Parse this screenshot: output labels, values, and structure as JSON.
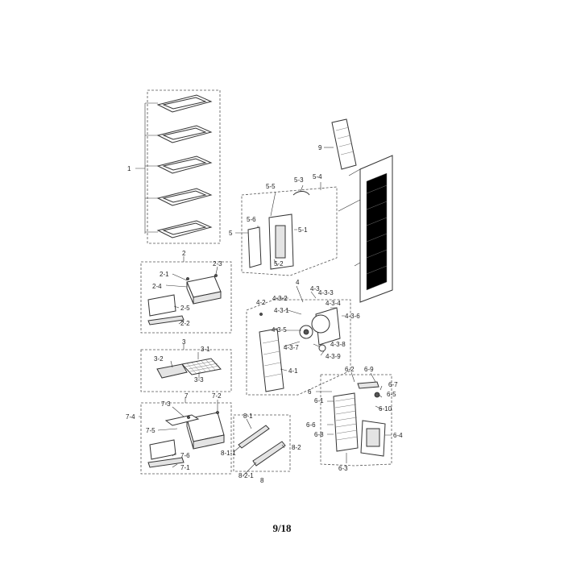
{
  "page_number": "9/18",
  "callouts": {
    "c1": "1",
    "c2": "2",
    "c2_1": "2-1",
    "c2_2": "2-2",
    "c2_3": "2-3",
    "c2_4": "2-4",
    "c2_5": "2-5",
    "c3": "3",
    "c3_1": "3-1",
    "c3_2": "3-2",
    "c3_3": "3-3",
    "c4": "4",
    "c4_1": "4-1",
    "c4_2": "4-2",
    "c4_3": "4-3",
    "c4_3_1": "4-3-1",
    "c4_3_2": "4-3-2",
    "c4_3_3": "4-3-3",
    "c4_3_4": "4-3-4",
    "c4_3_5": "4-3-5",
    "c4_3_6": "4-3-6",
    "c4_3_7": "4-3-7",
    "c4_3_8": "4-3-8",
    "c4_3_9": "4-3-9",
    "c5": "5",
    "c5_1": "5-1",
    "c5_2": "5-2",
    "c5_3": "5-3",
    "c5_4": "5-4",
    "c5_5": "5-5",
    "c5_6": "5-6",
    "c6": "6",
    "c6_1": "6-1",
    "c6_2": "6-2",
    "c6_3": "6-3",
    "c6_4": "6-4",
    "c6_5": "6-5",
    "c6_6": "6-6",
    "c6_7": "6-7",
    "c6_8": "6-8",
    "c6_9": "6-9",
    "c6_10": "6-10",
    "c7": "7",
    "c7_1": "7-1",
    "c7_2": "7-2",
    "c7_3": "7-3",
    "c7_4": "7-4",
    "c7_5": "7-5",
    "c7_6": "7-6",
    "c8": "8",
    "c8_1": "8-1",
    "c8_1_1": "8-1-1",
    "c8_2": "8-2",
    "c8_2_1": "8-2-1",
    "c9": "9"
  }
}
